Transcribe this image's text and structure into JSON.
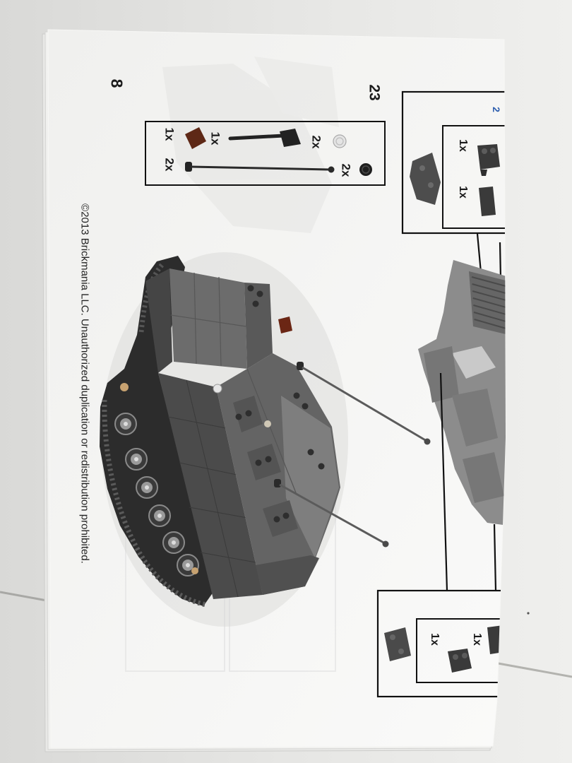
{
  "page": {
    "number": "8",
    "copyright": "©2013 Brickmania LLC. Unauthorized duplication or redistribution prohibited."
  },
  "subassembly_top": {
    "step": "2",
    "step_color": "#2f5fae",
    "parts": [
      {
        "qty": "1x",
        "icon": "clip-plate-icon",
        "color": "#3a3a3a"
      },
      {
        "qty": "1x",
        "icon": "tile-icon",
        "color": "#3a3a3a"
      }
    ]
  },
  "main_step": {
    "step": "23",
    "parts": [
      {
        "qty": "2x",
        "icon": "round-plate-icon",
        "color": "#1e1e1e"
      },
      {
        "qty": "2x",
        "icon": "round-plate-icon",
        "color": "#e4e4e4"
      },
      {
        "qty": "1x",
        "icon": "bar-with-tile-icon",
        "color": "#222222"
      },
      {
        "qty": "1x",
        "icon": "slope-tile-icon",
        "color": "#5e2816"
      },
      {
        "qty": "2x",
        "icon": "antenna-icon",
        "color": "#2a2a2a"
      }
    ]
  },
  "subassembly_bottom": {
    "parts": [
      {
        "qty": "1x",
        "icon": "clip-plate-icon",
        "color": "#3a3a3a"
      },
      {
        "qty": "1x",
        "icon": "clip-plate-icon",
        "color": "#3a3a3a"
      }
    ]
  },
  "colors": {
    "paper": "#f7f7f5",
    "floor": "#e6e6e4",
    "model_dark_grey": "#646464"
  }
}
